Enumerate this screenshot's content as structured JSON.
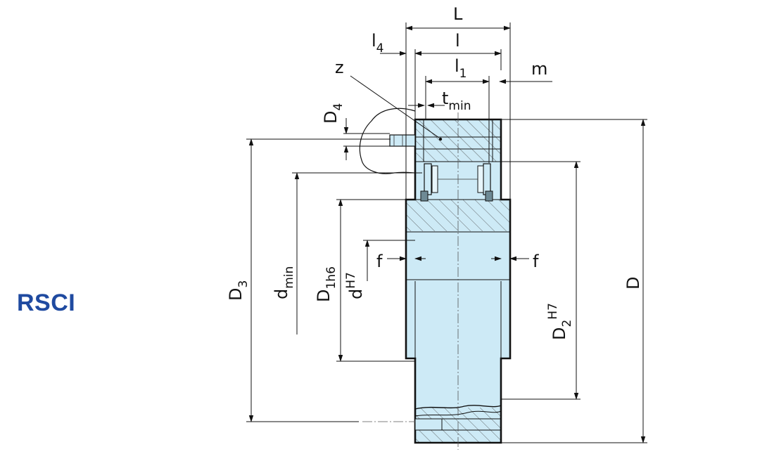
{
  "product": {
    "series_code": "RSCI"
  },
  "colors": {
    "series_code": "#1f4aa0",
    "body_fill": "#cdeaf6",
    "outline": "#111111"
  },
  "dimensions": {
    "L": "L",
    "l4": {
      "main": "l",
      "sub": "4"
    },
    "l": "l",
    "z": "z",
    "l1": {
      "main": "l",
      "sub": "1"
    },
    "m": "m",
    "tmin": {
      "main": "t",
      "sub": "min"
    },
    "D4": {
      "main": "D",
      "sub": "4"
    },
    "D3": {
      "main": "D",
      "sub": "3"
    },
    "dmin": {
      "main": "d",
      "sub": "min"
    },
    "D1h6": {
      "main": "D",
      "sub": "1h6"
    },
    "dH7": {
      "main": "d",
      "sup": "H7"
    },
    "f_left": "f",
    "f_right": "f",
    "D2H7": {
      "main": "D",
      "sub": "2",
      "sup": "H7"
    },
    "D": "D"
  }
}
